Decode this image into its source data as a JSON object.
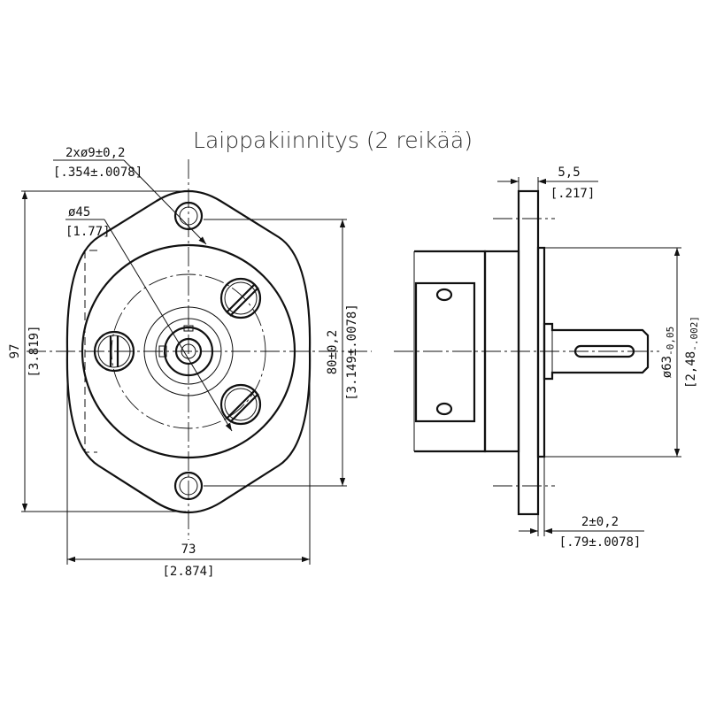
{
  "title": "Laippakiinnitys (2 reikää)",
  "dimensions": {
    "holes": {
      "metric": "2xø9±0,2",
      "imperial": "[.354±.0078]"
    },
    "pilot": {
      "metric": "ø45",
      "imperial": "[1.77]"
    },
    "height": {
      "metric": "97",
      "imperial": "[3.819]"
    },
    "hole_spacing": {
      "metric": "80±0,2",
      "imperial": "[3.149±.0078]"
    },
    "width": {
      "metric": "73",
      "imperial": "[2.874]"
    },
    "flange_thickness": {
      "metric": "5,5",
      "imperial": "[.217]"
    },
    "shaft": {
      "metric": "ø63",
      "metric_tol": "-0,05",
      "imperial": "[2,48",
      "imperial_tol": "-.002]"
    },
    "spigot": {
      "metric": "2±0,2",
      "imperial": "[.79±.0078]"
    }
  },
  "colors": {
    "line": "#111111",
    "title": "#333333",
    "background": "#ffffff"
  }
}
